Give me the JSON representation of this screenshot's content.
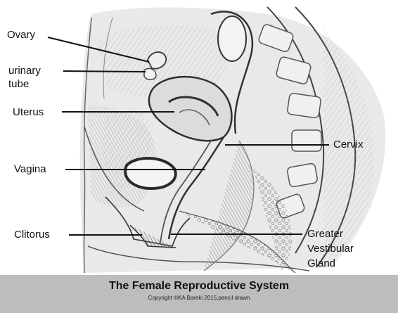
{
  "labels": {
    "ovary": "Ovary",
    "urinary_tube": "urinary\ntube",
    "uterus": "Uterus",
    "vagina": "Vagina",
    "clitorus": "Clitorus",
    "cervix": "Cervix",
    "greater_vestibular_gland": "Greater\nVestibular\nGland"
  },
  "footer": {
    "title": "The Female Reproductive System",
    "copyright": "Copyright ©KA Bareki 2015,pencil drawn"
  },
  "colors": {
    "background": "#ffffff",
    "footer_band": "#bdbdbd",
    "pencil_dark": "#3a3a3a",
    "pencil_mid": "#8a8a8a",
    "pencil_light": "#cfcfcf"
  }
}
